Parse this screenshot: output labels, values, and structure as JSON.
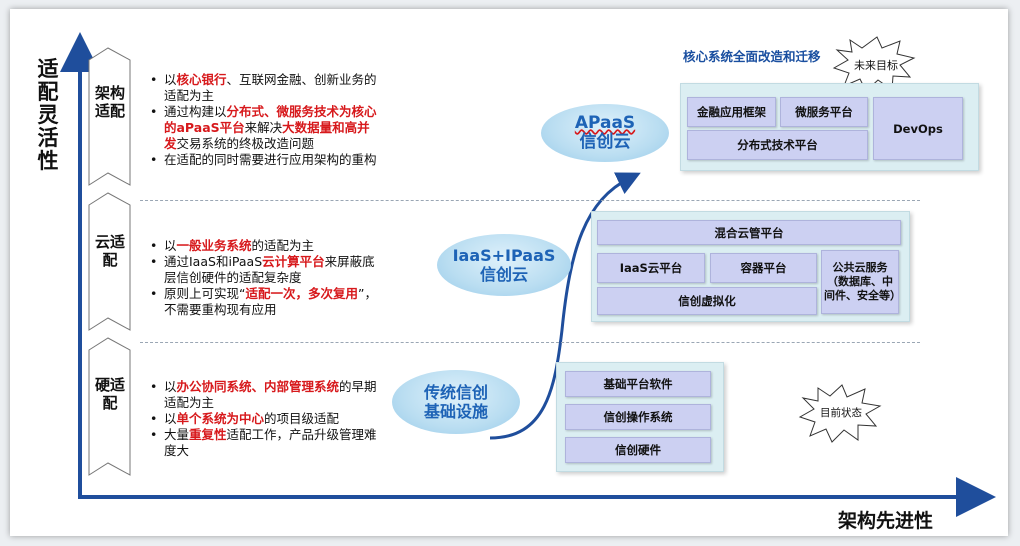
{
  "axes": {
    "y_label": "适配灵活性",
    "x_label": "架构先进性"
  },
  "levels": [
    {
      "label": "架构适配",
      "bullets": [
        [
          {
            "t": "以"
          },
          {
            "t": "核心银行",
            "r": true
          },
          {
            "t": "、互联网金融、创新业务的适配为主"
          }
        ],
        [
          {
            "t": "通过构建以"
          },
          {
            "t": "分布式、微服务技术为核心的aPaaS平台",
            "r": true
          },
          {
            "t": "来解决"
          },
          {
            "t": "大数据量和高并发",
            "r": true
          },
          {
            "t": "交易系统的终极改造问题"
          }
        ],
        [
          {
            "t": "在适配的同时需要进行应用架构的重构"
          }
        ]
      ]
    },
    {
      "label": "云适配",
      "bullets": [
        [
          {
            "t": "以"
          },
          {
            "t": "一般业务系统",
            "r": true
          },
          {
            "t": "的适配为主"
          }
        ],
        [
          {
            "t": "通过IaaS和iPaaS"
          },
          {
            "t": "云计算平台",
            "r": true
          },
          {
            "t": "来屏蔽底层信创硬件的适配复杂度"
          }
        ],
        [
          {
            "t": "原则上可实现“"
          },
          {
            "t": "适配一次，多次复用",
            "r": true
          },
          {
            "t": "”，不需要重构现有应用"
          }
        ]
      ]
    },
    {
      "label": "硬适配",
      "bullets": [
        [
          {
            "t": "以"
          },
          {
            "t": "办公协同系统、内部管理系统",
            "r": true
          },
          {
            "t": "的早期适配为主"
          }
        ],
        [
          {
            "t": "以"
          },
          {
            "t": "单个系统为中心",
            "r": true
          },
          {
            "t": "的项目级适配"
          }
        ],
        [
          {
            "t": "大量"
          },
          {
            "t": "重复性",
            "r": true
          },
          {
            "t": "适配工作，产品升级管理难度大"
          }
        ]
      ]
    }
  ],
  "stages": [
    {
      "line1": "APaaS",
      "line2": "信创云"
    },
    {
      "line1": "IaaS+IPaaS",
      "line2": "信创云"
    },
    {
      "line1": "传统信创",
      "line2": "基础设施"
    }
  ],
  "top_panel": {
    "title": "核心系统全面改造和迁移",
    "boxes": [
      "金融应用框架",
      "微服务平台",
      "DevOps",
      "分布式技术平台"
    ]
  },
  "mid_panel": {
    "boxes": [
      "混合云管平台",
      "IaaS云平台",
      "容器平台",
      "公共云服务（数据库、中间件、安全等）",
      "信创虚拟化"
    ]
  },
  "bottom_panel": {
    "boxes": [
      "基础平台软件",
      "信创操作系统",
      "信创硬件"
    ]
  },
  "bursts": {
    "future": "未来目标",
    "current": "目前状态"
  },
  "colors": {
    "axis": "#1f4e9c",
    "highlight": "#d7191c",
    "stage_text": "#1e63b6",
    "box": "#ccd0f2",
    "panel": "#dbeef2"
  }
}
